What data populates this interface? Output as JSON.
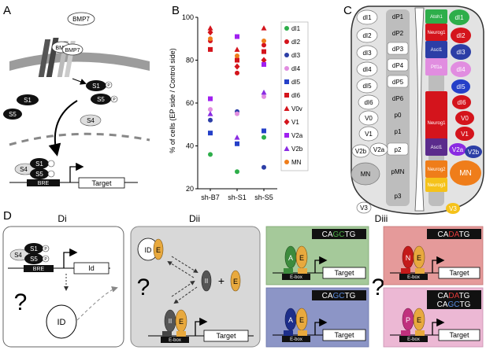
{
  "panels": {
    "A": "A",
    "B": "B",
    "C": "C",
    "D": "D",
    "Di": "Di",
    "Dii": "Dii",
    "Diii": "Diii"
  },
  "panel_a": {
    "bmp7_free": "BMP7",
    "bmp_left": "BMP",
    "bmp7_bound": "BMP7",
    "s1": "S1",
    "s5": "S5",
    "s1_nuc": "S1",
    "s5_nuc": "S5",
    "s1_phos": "S1",
    "s5_phos": "S5",
    "s4": "S4",
    "p": "P",
    "complex_s4": "S4",
    "complex_s1": "S1",
    "complex_s5": "S5",
    "bre": "BRE",
    "target": "Target"
  },
  "panel_b": {
    "legend_title": "",
    "chart_data": {
      "type": "scatter",
      "title": "",
      "xlabel": "",
      "ylabel": "% of cells (EP side / Control side)",
      "categories": [
        "sh-B7",
        "sh-S1",
        "sh-S5"
      ],
      "ylim": [
        20,
        100
      ],
      "yticks": [
        "20",
        "40",
        "60",
        "80",
        "100"
      ],
      "series": [
        {
          "name": "dI1",
          "color": "#2eae4a",
          "marker": "circle",
          "values": [
            36,
            28,
            44
          ]
        },
        {
          "name": "dI2",
          "color": "#d4141c",
          "marker": "circle",
          "values": [
            89,
            74,
            87
          ]
        },
        {
          "name": "dI3",
          "color": "#2c3ea6",
          "marker": "circle",
          "values": [
            52,
            56,
            30
          ]
        },
        {
          "name": "dI4",
          "color": "#e18de0",
          "marker": "circle",
          "values": [
            57,
            55,
            63
          ]
        },
        {
          "name": "dI5",
          "color": "#2540c8",
          "marker": "square",
          "values": [
            46,
            41,
            47
          ]
        },
        {
          "name": "dI6",
          "color": "#d4141c",
          "marker": "square",
          "values": [
            85,
            80,
            84
          ]
        },
        {
          "name": "V0v",
          "color": "#d4141c",
          "marker": "triangle",
          "values": [
            95,
            85,
            95
          ]
        },
        {
          "name": "V1",
          "color": "#d4141c",
          "marker": "diamond",
          "values": [
            93,
            77,
            80
          ]
        },
        {
          "name": "V2a",
          "color": "#a020f0",
          "marker": "square",
          "values": [
            62,
            91,
            78
          ]
        },
        {
          "name": "V2b",
          "color": "#8a2be2",
          "marker": "triangle",
          "values": [
            55,
            44,
            65
          ]
        },
        {
          "name": "MN",
          "color": "#ef7d1a",
          "marker": "circle",
          "values": [
            90,
            82,
            89
          ]
        }
      ]
    }
  },
  "panel_c": {
    "left": [
      "dI1",
      "dI2",
      "dI3",
      "dI4",
      "dI5",
      "dI6",
      "V0",
      "V1",
      "V2b",
      "V2a",
      "MN",
      "V3"
    ],
    "mid": [
      "dP1",
      "dP2",
      "dP3",
      "dP4",
      "dP5",
      "dP6",
      "p0",
      "p1",
      "p2",
      "pMN",
      "p3"
    ],
    "right_tf": [
      "Atoh1",
      "Neurog1",
      "Ascl1",
      "Ptf1a",
      "Neurog1",
      "Ascl1",
      "Neurog2",
      "Neurog3"
    ],
    "right": [
      "dI1",
      "dI2",
      "dI3",
      "dI4",
      "dI5",
      "dI6",
      "V0",
      "V1",
      "V2a",
      "V2b",
      "MN",
      "V3"
    ]
  },
  "panel_d": {
    "s4": "S4",
    "s1": "S1",
    "s5": "S5",
    "p": "P",
    "bre": "BRE",
    "id_gene": "Id",
    "question": "?",
    "id_protein": "ID",
    "id_small": "ID",
    "e": "E",
    "ii": "II",
    "plus": "+",
    "ebox": "E-box",
    "target": "Target",
    "a": "A",
    "n": "N",
    "pp": "P",
    "seq_cagctg": "CAGCTG",
    "seq_cadatg": "CADATG",
    "seq_ca": "CA",
    "seq_gc": "GC",
    "seq_da": "DA",
    "seq_tg": "TG"
  }
}
